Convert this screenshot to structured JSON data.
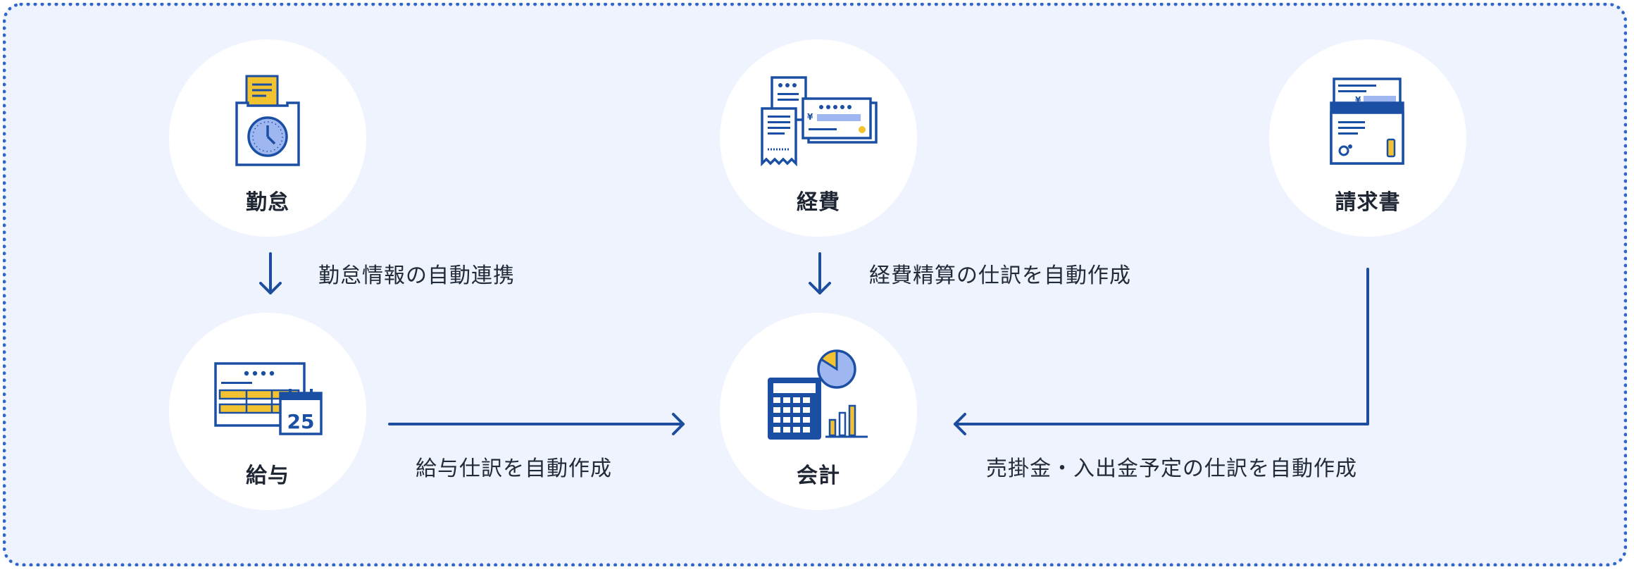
{
  "nodes": {
    "attendance": {
      "label": "勤怠",
      "icon": "attendance-timecard-icon"
    },
    "expense": {
      "label": "経費",
      "icon": "expense-receipt-icon"
    },
    "invoice": {
      "label": "請求書",
      "icon": "invoice-envelope-icon"
    },
    "payroll": {
      "label": "給与",
      "icon": "payroll-calendar-icon"
    },
    "accounting": {
      "label": "会計",
      "icon": "accounting-calculator-icon"
    }
  },
  "edges": {
    "attendance_to_payroll": "勤怠情報の自動連携",
    "expense_to_accounting": "経費精算の仕訳を自動作成",
    "payroll_to_accounting": "給与仕訳を自動作成",
    "invoice_to_accounting": "売掛金・入出金予定の仕訳を自動作成"
  },
  "colors": {
    "frame_border": "#2f66c8",
    "background": "#eff3fe",
    "arrow": "#1d4e9e",
    "icon_stroke": "#1b4fa3",
    "icon_yellow": "#f2c230",
    "icon_lightblue": "#9fb7f0"
  }
}
